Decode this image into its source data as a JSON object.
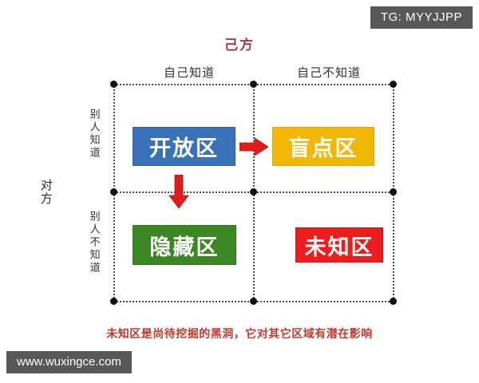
{
  "badges": {
    "tg": "TG: MYYJJPP",
    "site": "www.wuxingce.com"
  },
  "diagram": {
    "title_self": "己方",
    "title_other": "对方",
    "columns": [
      {
        "label": "自己知道"
      },
      {
        "label": "自己不知道"
      }
    ],
    "rows": [
      {
        "label": "别人知道"
      },
      {
        "label": "别人不知道"
      }
    ],
    "quadrants": [
      {
        "label": "开放区",
        "color": "#3a72ba"
      },
      {
        "label": "盲点区",
        "color": "#f2b705"
      },
      {
        "label": "隐藏区",
        "color": "#3a8723"
      },
      {
        "label": "未知区",
        "color": "#ee1c1c"
      }
    ],
    "arrows": [
      {
        "name": "open-to-blind",
        "direction": "right",
        "color": "#e01b1b"
      },
      {
        "name": "open-to-hidden",
        "direction": "down",
        "color": "#e01b1b"
      }
    ],
    "caption": "未知区是尚待挖掘的黑洞，它对其它区域有潜在影响",
    "caption_color": "#c0392b"
  }
}
